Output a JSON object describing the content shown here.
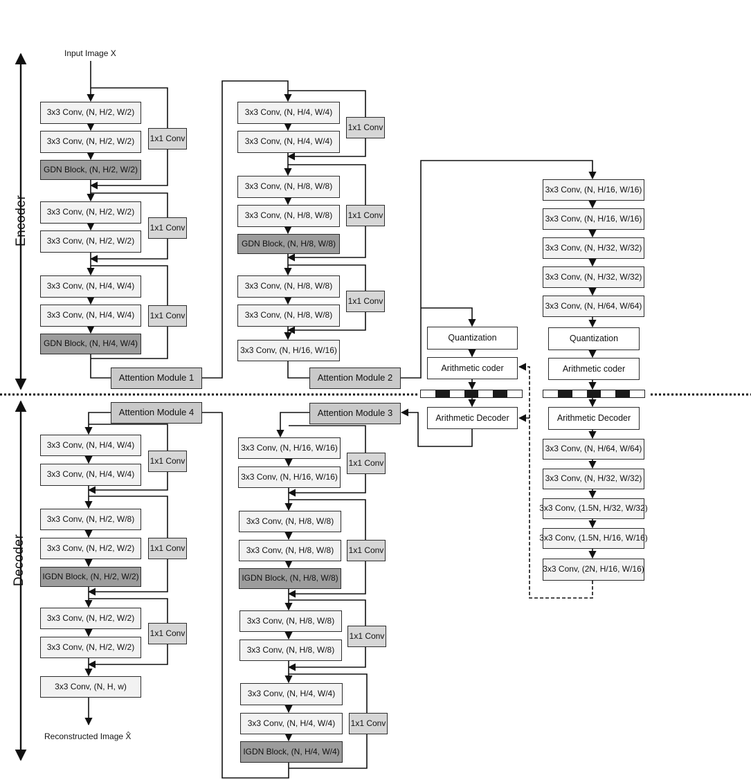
{
  "labels": {
    "input": "Input Image X",
    "output": "Reconstructed Image X̂",
    "encoder": "Encoder",
    "decoder": "Decoder"
  },
  "blocks": {
    "e1a": "3x3 Conv, (N, H/2, W/2)",
    "e1b": "3x3 Conv, (N, H/2, W/2)",
    "e1g": "GDN Block, (N, H/2, W/2)",
    "e2a": "3x3 Conv, (N, H/2, W/2)",
    "e2b": "3x3 Conv, (N, H/2, W/2)",
    "e3a": "3x3 Conv, (N, H/4, W/4)",
    "e3b": "3x3 Conv, (N, H/4, W/4)",
    "e3g": "GDN Block, (N, H/4, W/4)",
    "attn1": "Attention Module 1",
    "e4a": "3x3 Conv, (N, H/4, W/4)",
    "e4b": "3x3 Conv, (N, H/4, W/4)",
    "e5a": "3x3 Conv, (N, H/8, W/8)",
    "e5b": "3x3 Conv, (N, H/8, W/8)",
    "e5g": "GDN Block, (N, H/8, W/8)",
    "e6a": "3x3 Conv, (N, H/8, W/8)",
    "e6b": "3x3 Conv, (N, H/8, W/8)",
    "e6c": "3x3 Conv, (N, H/16, W/16)",
    "attn2": "Attention Module 2",
    "q1": "Quantization",
    "ac1": "Arithmetic coder",
    "ad1": "Arithmetic Decoder",
    "h1": "3x3 Conv, (N, H/16, W/16)",
    "h2": "3x3 Conv, (N, H/16, W/16)",
    "h3": "3x3 Conv, (N, H/32, W/32)",
    "h4": "3x3 Conv, (N, H/32, W/32)",
    "h5": "3x3 Conv, (N, H/64, W/64)",
    "q2": "Quantization",
    "ac2": "Arithmetic coder",
    "ad2": "Arithmetic Decoder",
    "hd1": "3x3 Conv, (N, H/64, W/64)",
    "hd2": "3x3 Conv, (N, H/32, W/32)",
    "hd3": "3x3 Conv, (1.5N, H/32, W/32)",
    "hd4": "3x3 Conv, (1.5N, H/16, W/16)",
    "hd5": "3x3 Conv, (2N, H/16, W/16)",
    "attn3": "Attention Module 3",
    "d1a": "3x3 Conv, (N, H/16, W/16)",
    "d1b": "3x3 Conv, (N, H/16, W/16)",
    "d2a": "3x3 Conv, (N, H/8, W/8)",
    "d2b": "3x3 Conv, (N, H/8, W/8)",
    "d2g": "IGDN Block, (N, H/8, W/8)",
    "d3a": "3x3 Conv, (N, H/8, W/8)",
    "d3b": "3x3 Conv, (N, H/8, W/8)",
    "d4a": "3x3 Conv, (N, H/4, W/4)",
    "d4b": "3x3 Conv, (N, H/4, W/4)",
    "d4g": "IGDN Block, (N, H/4, W/4)",
    "attn4": "Attention Module 4",
    "d5a": "3x3 Conv, (N, H/4, W/4)",
    "d5b": "3x3 Conv, (N, H/4, W/4)",
    "d6a": "3x3 Conv, (N, H/2, W/8)",
    "d6b": "3x3 Conv, (N, H/2, W/2)",
    "d6g": "IGDN Block, (N, H/2, W/2)",
    "d7a": "3x3 Conv, (N, H/2, W/2)",
    "d7b": "3x3 Conv, (N, H/2, W/2)",
    "d8": "3x3 Conv, (N, H, w)",
    "skip": "1x1 Conv"
  },
  "colors": {
    "conv": "#f2f2f2",
    "gdn": "#9c9c9c",
    "attention": "#c9c9c9",
    "conv1x1": "#d6d6d6"
  }
}
